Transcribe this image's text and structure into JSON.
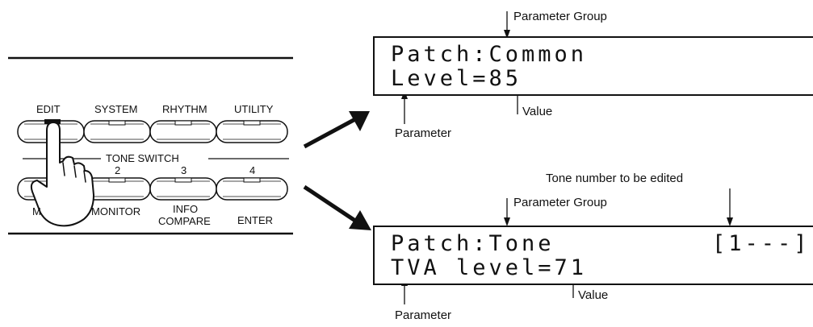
{
  "panel": {
    "top_buttons": [
      "EDIT",
      "SYSTEM",
      "RHYTHM",
      "UTILITY"
    ],
    "tone_switch_label": "TONE SWITCH",
    "tone_numbers": [
      "2",
      "3",
      "4"
    ],
    "bottom_labels": {
      "mute": "M",
      "monitor": "MONITOR",
      "info": "INFO",
      "compare": "COMPARE",
      "enter": "ENTER"
    }
  },
  "display_common": {
    "line1": "Patch:Common",
    "line2": "Level=85",
    "group_label": "Parameter Group",
    "value_label": "Value",
    "param_label": "Parameter"
  },
  "display_tone": {
    "tone_number_label": "Tone number to be edited",
    "group_label": "Parameter Group",
    "line1": "Patch:Tone",
    "tone_indicator": "[1---]",
    "line2": "TVA level=71",
    "value_label": "Value",
    "param_label": "Parameter"
  }
}
